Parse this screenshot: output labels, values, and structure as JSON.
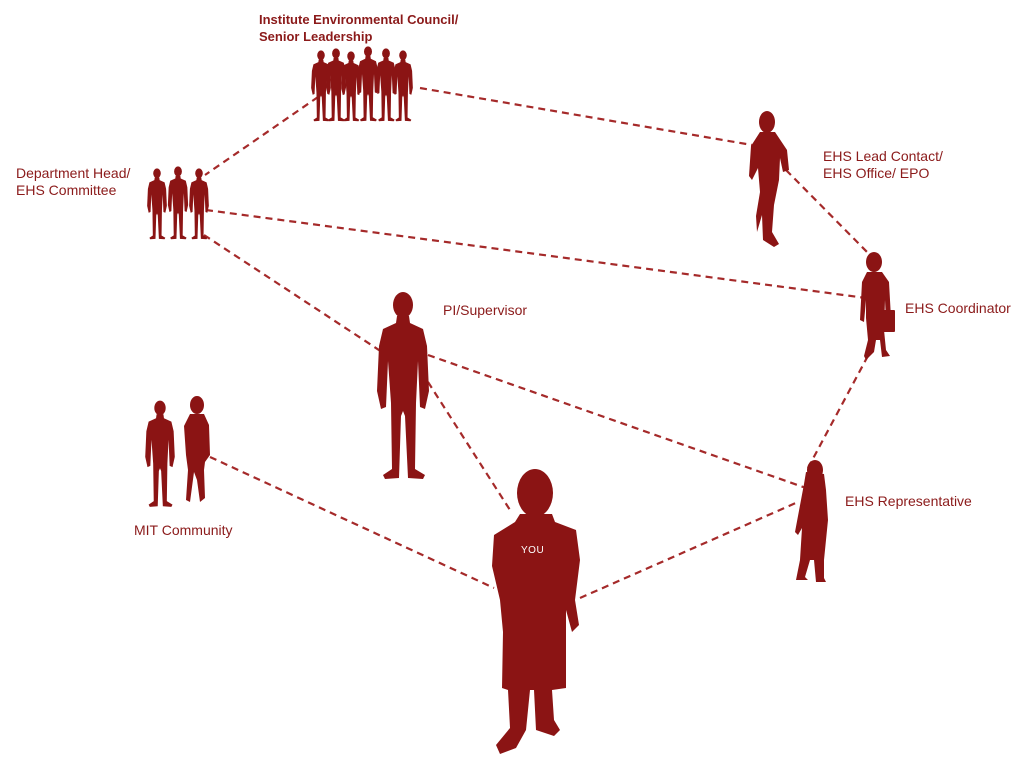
{
  "colors": {
    "figure": "#8b1414",
    "line": "#a52a2a",
    "text": "#8b1a1a",
    "background": "#ffffff"
  },
  "nodes": {
    "council": {
      "icon": "group-of-six-people-icon",
      "label_lines": [
        "Institute Environmental Council/",
        "Senior Leadership"
      ]
    },
    "department": {
      "icon": "group-of-three-people-icon",
      "label_lines": [
        "Department Head/",
        "EHS Committee"
      ]
    },
    "lead_contact": {
      "icon": "walking-person-icon",
      "label_lines": [
        "EHS Lead Contact/",
        "EHS Office/ EPO"
      ]
    },
    "coordinator": {
      "icon": "person-with-briefcase-icon",
      "label_lines": [
        "EHS Coordinator"
      ]
    },
    "supervisor": {
      "icon": "standing-person-icon",
      "label_lines": [
        "PI/Supervisor"
      ]
    },
    "community": {
      "icon": "two-people-icon",
      "label_lines": [
        "MIT Community"
      ]
    },
    "representative": {
      "icon": "woman-person-icon",
      "label_lines": [
        "EHS Representative"
      ]
    },
    "you": {
      "icon": "large-person-icon",
      "label": "YOU"
    }
  },
  "connections": [
    [
      "council",
      "department"
    ],
    [
      "council",
      "lead_contact"
    ],
    [
      "lead_contact",
      "coordinator"
    ],
    [
      "department",
      "coordinator"
    ],
    [
      "department",
      "supervisor"
    ],
    [
      "supervisor",
      "representative"
    ],
    [
      "supervisor",
      "you"
    ],
    [
      "community",
      "you"
    ],
    [
      "you",
      "representative"
    ],
    [
      "representative",
      "coordinator"
    ]
  ]
}
